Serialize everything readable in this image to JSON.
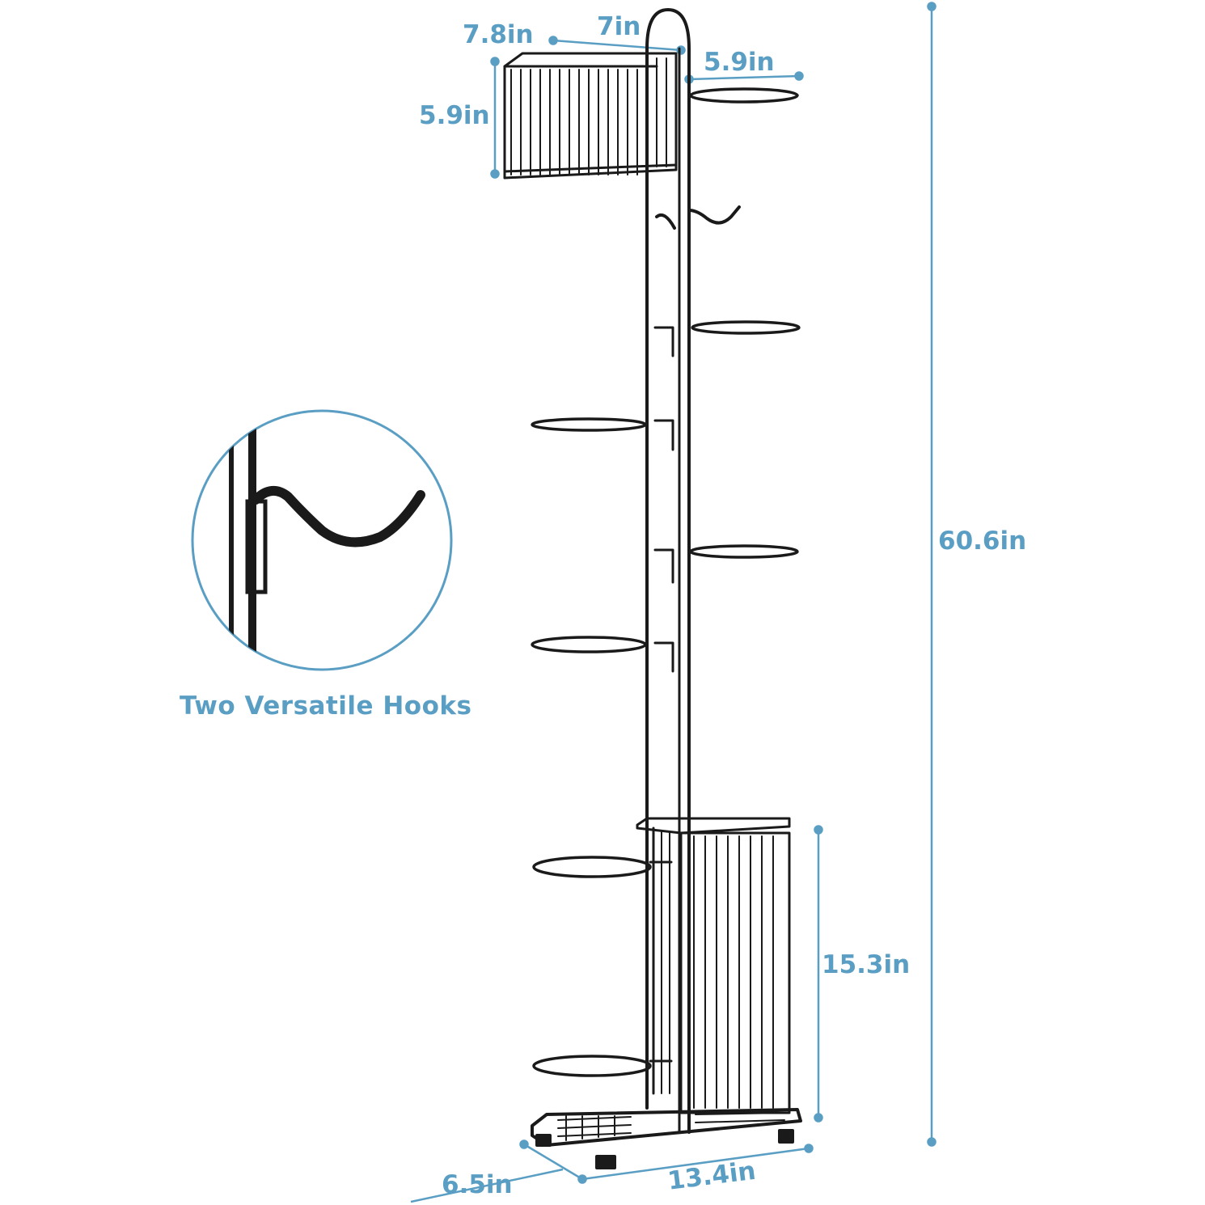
{
  "colors": {
    "accent": "#5a9ec4",
    "frame": "#1a1a1a",
    "background": "#ffffff"
  },
  "dimensions": {
    "basket_depth": "7.8in",
    "basket_width": "7in",
    "ring_width": "5.9in",
    "basket_height": "5.9in",
    "total_height": "60.6in",
    "bin_height": "15.3in",
    "base_depth": "6.5in",
    "base_width": "13.4in"
  },
  "callout": {
    "caption": "Two Versatile Hooks",
    "icon": "hook-detail-icon"
  },
  "product": {
    "icon": "sports-equipment-rack-icon"
  }
}
